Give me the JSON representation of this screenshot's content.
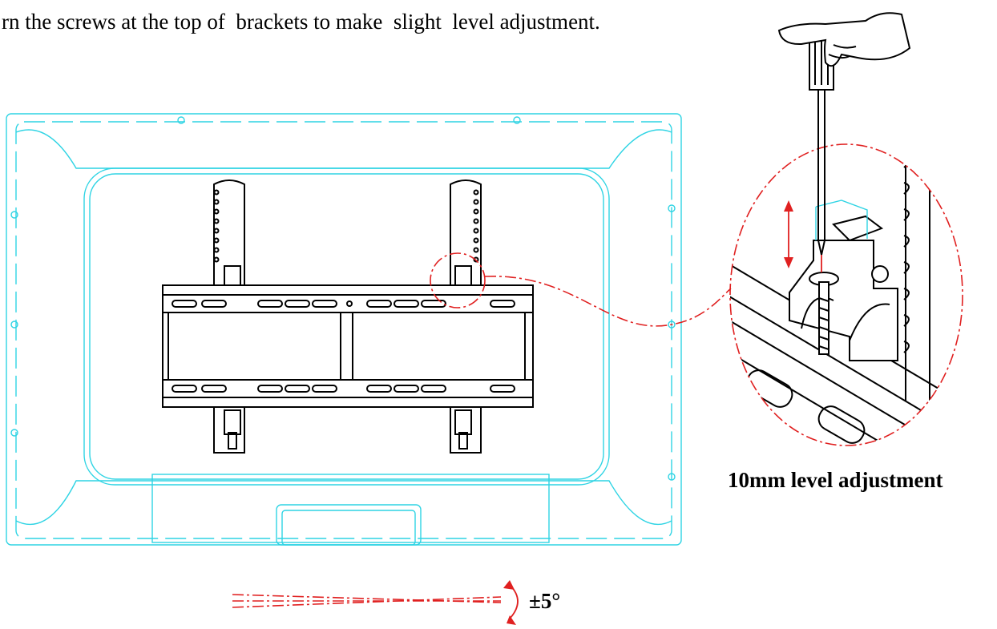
{
  "instruction_text": "rn the screws at the top of  brackets to make  slight  level adjustment.",
  "adjustment_label": "10mm level adjustment",
  "tilt_label": "±5°",
  "colors": {
    "tv_outline": "#2fd4e4",
    "mount_outline": "#000000",
    "callout": "#e02020",
    "background": "#ffffff"
  },
  "icons": [
    "hand-icon",
    "screwdriver-icon",
    "screw-icon",
    "double-arrow-icon",
    "rotation-arrow-icon"
  ]
}
